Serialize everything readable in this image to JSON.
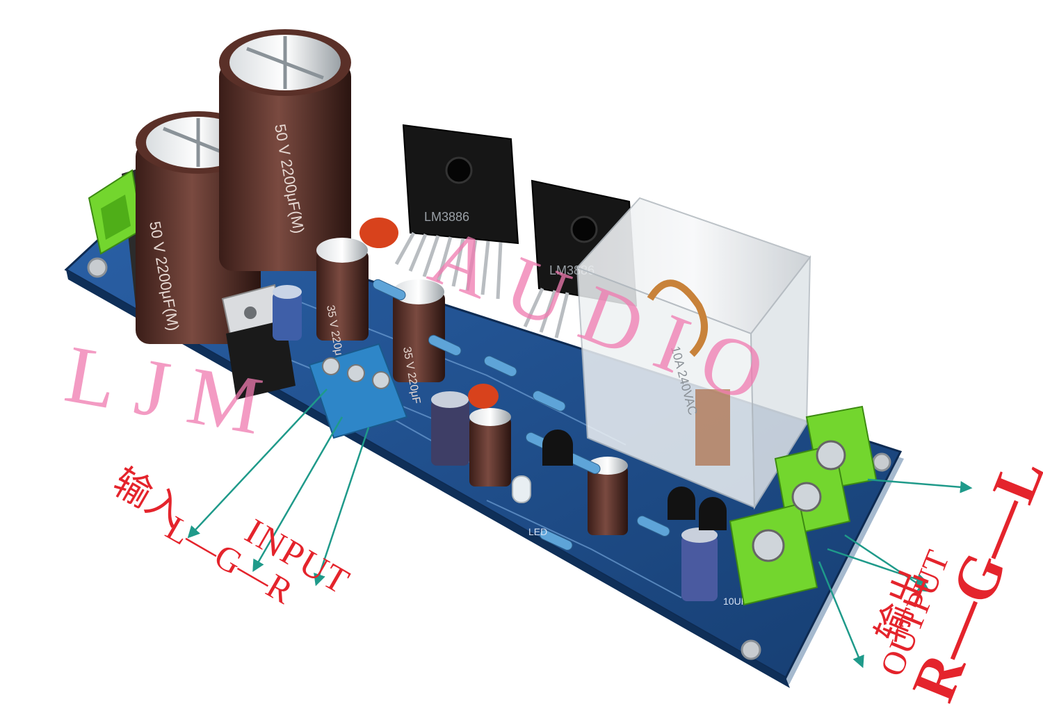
{
  "watermark": {
    "brand_left": "LJM",
    "brand_right": "AUDIO"
  },
  "input_label": {
    "cn": "输入",
    "en": "INPUT",
    "pins": "L—G—R"
  },
  "output_label": {
    "cn": "输出",
    "en": "OUTPUT",
    "pins": "R—G—L"
  },
  "components": {
    "cap_big_text": "50 V 2200μF(M)",
    "cap_small_text": "35 V 220μF",
    "chip_text": "LM3886",
    "relay_text": "10A 240VAC",
    "cap_10uf": "10UF",
    "led_text": "LED"
  },
  "colors": {
    "pcb": "#1d4f8f",
    "terminal_green": "#6fd02a",
    "terminal_blue": "#2e86c8",
    "label_red": "#e4242c",
    "arrow_teal": "#1f9a8a",
    "watermark_pink": "#f07ab0"
  }
}
